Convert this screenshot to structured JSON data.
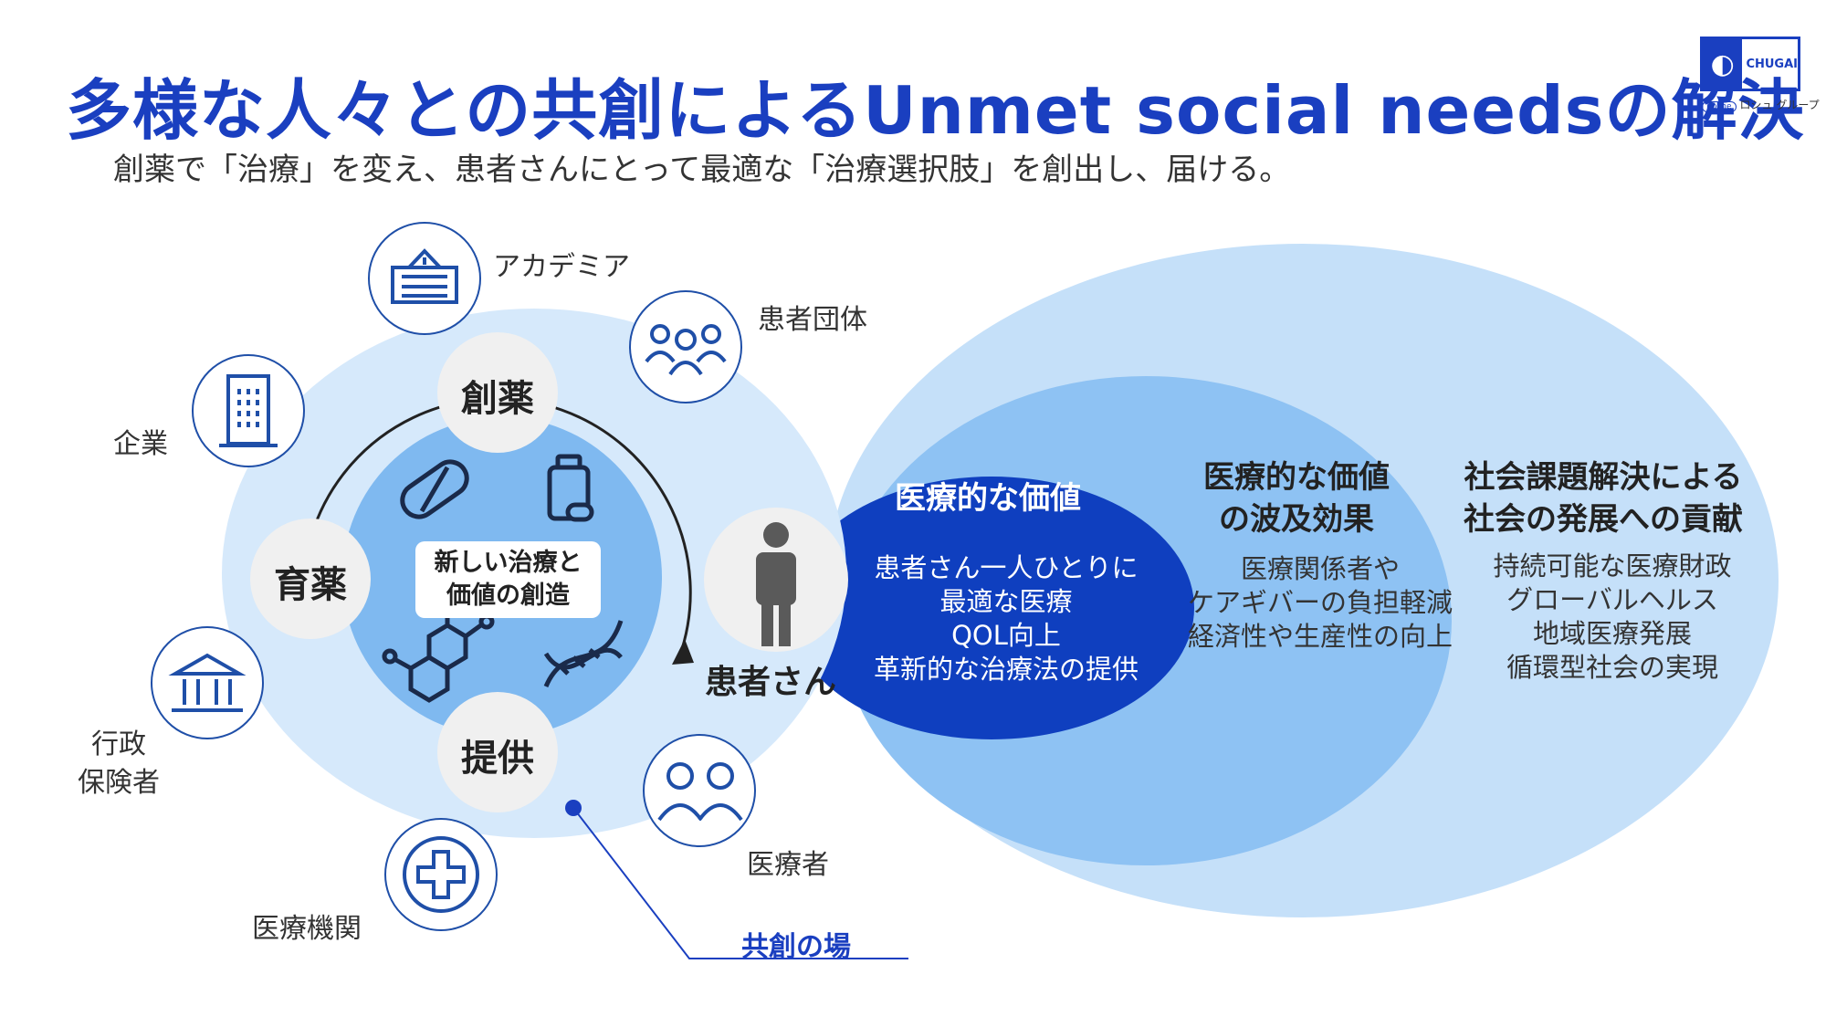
{
  "header": {
    "title": "多様な人々との共創によるUnmet social needsの解決",
    "subtitle": "創薬で「治療」を変え、患者さんにとって最適な「治療選択肢」を創出し、届ける。"
  },
  "logo": {
    "brand": "CHUGAI",
    "group": "ロシュ グループ",
    "roche": "Roche"
  },
  "stakeholders": {
    "academia": "アカデミア",
    "patient_groups": "患者団体",
    "companies": "企業",
    "government": [
      "行政",
      "保険者"
    ],
    "medical_institutions": "医療機関",
    "medical_staff": "医療者"
  },
  "cycle": {
    "discovery": "創薬",
    "development": "育薬",
    "delivery": "提供",
    "center": [
      "新しい治療と",
      "価値の創造"
    ]
  },
  "patient": "患者さん",
  "cocreation_field": "共創の場",
  "values": {
    "medical": {
      "title": "医療的な価値",
      "lines": [
        "患者さん一人ひとりに",
        "最適な医療",
        "QOL向上",
        "革新的な治療法の提供"
      ]
    },
    "ripple": {
      "title": [
        "医療的な価値",
        "の波及効果"
      ],
      "lines": [
        "医療関係者や",
        "ケアギバーの負担軽減",
        "経済性や生産性の向上"
      ]
    },
    "social": {
      "title": [
        "社会課題解決による",
        "社会の発展への貢献"
      ],
      "lines": [
        "持続可能な医療財政",
        "グローバルヘルス",
        "地域医療発展",
        "循環型社会の実現"
      ]
    }
  },
  "colors": {
    "brand_blue": "#1a3fc0",
    "value_core": "#0f3fbf",
    "ripple": "#8ec2f3",
    "social": "#c5e0f9",
    "field_outer": "#d6e9fb",
    "field_inner": "#7fb9f0",
    "icon_stroke": "#1f4fa8"
  }
}
